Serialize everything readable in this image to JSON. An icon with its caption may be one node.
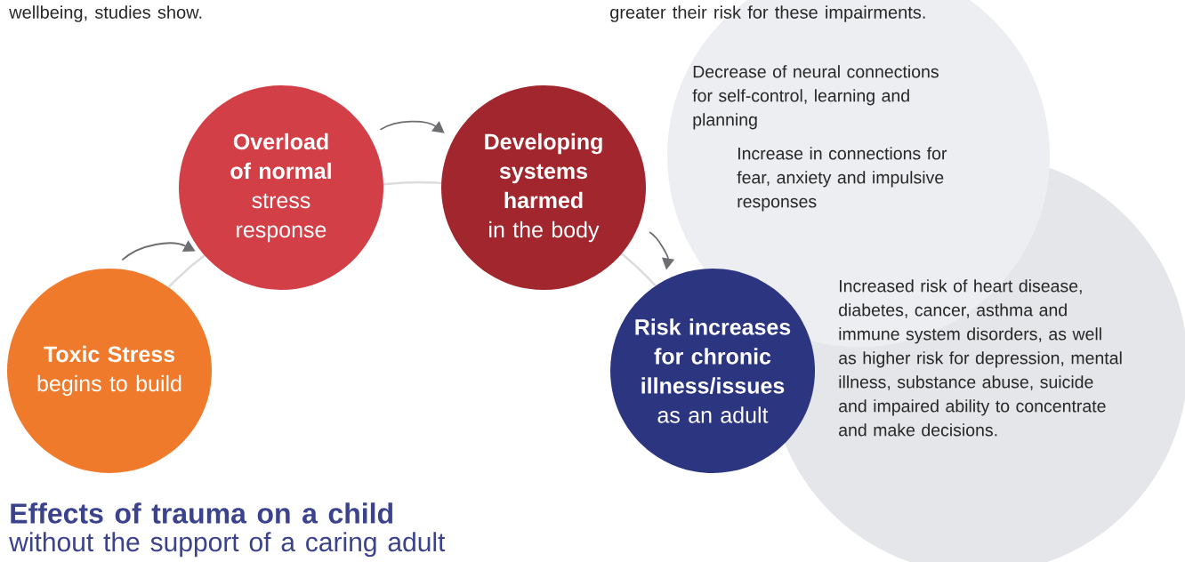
{
  "diagram": {
    "title": "Effects of trauma on a child",
    "nodes": [
      {
        "text": [
          "Toxic Stress",
          "begins to build"
        ]
      },
      {
        "text": [
          "Overload of normal",
          "stress response"
        ]
      },
      {
        "text": [
          "Developing systems harmed",
          "in the body"
        ]
      },
      {
        "text": [
          "Risk increases for chronic illness/issues",
          "as an adult"
        ]
      },
      {
        "text": [
          "Decrease of neural connections for self-control, learning and planning",
          "Increase in connections for fear, anxiety and impulsive responses"
        ]
      },
      {
        "text": [
          "Increased risk of heart disease, diabetes, cancer, asthma and immune system disorders, as well as higher risk for depression, mental illness, substance abuse, suicide and impaired ability to concentrate and make decisions."
        ]
      }
    ],
    "edges": [
      {
        "from": 0,
        "to": 1,
        "arrow": "to"
      },
      {
        "from": 1,
        "to": 2,
        "arrow": "to"
      },
      {
        "from": 2,
        "to": 3,
        "arrow": "to"
      }
    ],
    "labels": [
      "wellbeing, studies show.",
      "greater their risk for these impairments.",
      "without the support of a caring adult"
    ]
  }
}
